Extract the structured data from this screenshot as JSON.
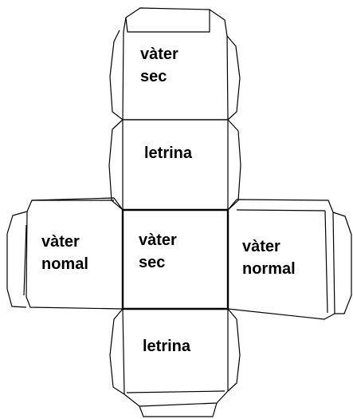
{
  "faces": {
    "top": {
      "lines": [
        "vàter",
        "sec"
      ]
    },
    "upper": {
      "lines": [
        "letrina"
      ]
    },
    "left": {
      "lines": [
        "vàter",
        "nomal"
      ]
    },
    "center": {
      "lines": [
        "vàter",
        "sec"
      ]
    },
    "right": {
      "lines": [
        "vàter",
        "normal"
      ]
    },
    "bottom": {
      "lines": [
        "letrina"
      ]
    }
  },
  "colors": {
    "line": "#000000",
    "background": "#ffffff"
  }
}
